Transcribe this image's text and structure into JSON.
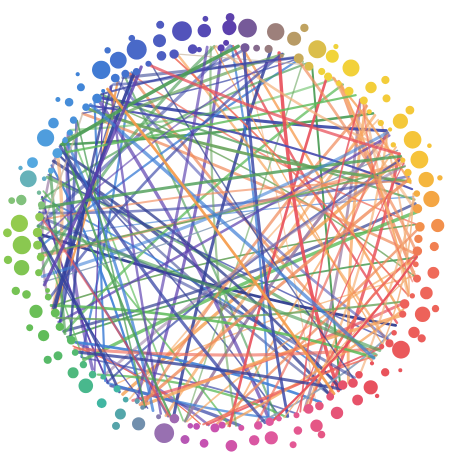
{
  "diagram": {
    "kind": "circular-connectivity-graph",
    "background": "#ffffff",
    "palette": [
      {
        "name": "purple",
        "hex": "#5b3fae"
      },
      {
        "name": "violet",
        "hex": "#7b4bc2"
      },
      {
        "name": "indigo",
        "hex": "#3d4aa8"
      },
      {
        "name": "blue",
        "hex": "#3f7fd6"
      },
      {
        "name": "sky-blue",
        "hex": "#55a9e0"
      },
      {
        "name": "teal",
        "hex": "#3fb6a8"
      },
      {
        "name": "green",
        "hex": "#5dbb5a"
      },
      {
        "name": "lime",
        "hex": "#96cc4d"
      },
      {
        "name": "yellow",
        "hex": "#f1d43a"
      },
      {
        "name": "gold",
        "hex": "#f6c23a"
      },
      {
        "name": "orange",
        "hex": "#f59b4a"
      },
      {
        "name": "coral",
        "hex": "#ef6b5a"
      },
      {
        "name": "red",
        "hex": "#e8505b"
      },
      {
        "name": "pink",
        "hex": "#e35a9a"
      },
      {
        "name": "magenta",
        "hex": "#c14fb5"
      }
    ],
    "node_ring": {
      "hue_start_color": "#5b3fae",
      "hue_order": [
        "purple",
        "yellow",
        "orange",
        "red",
        "pink",
        "magenta",
        "purple",
        "teal",
        "green",
        "sky-blue",
        "blue",
        "purple"
      ]
    },
    "edge_style": {
      "shows_text_labels": false,
      "dominant_left_colors": [
        "#3d4aa8",
        "#5dbb5a",
        "#3f7fd6"
      ],
      "dominant_right_colors": [
        "#f59b4a",
        "#ef6b5a",
        "#e8505b"
      ]
    }
  }
}
